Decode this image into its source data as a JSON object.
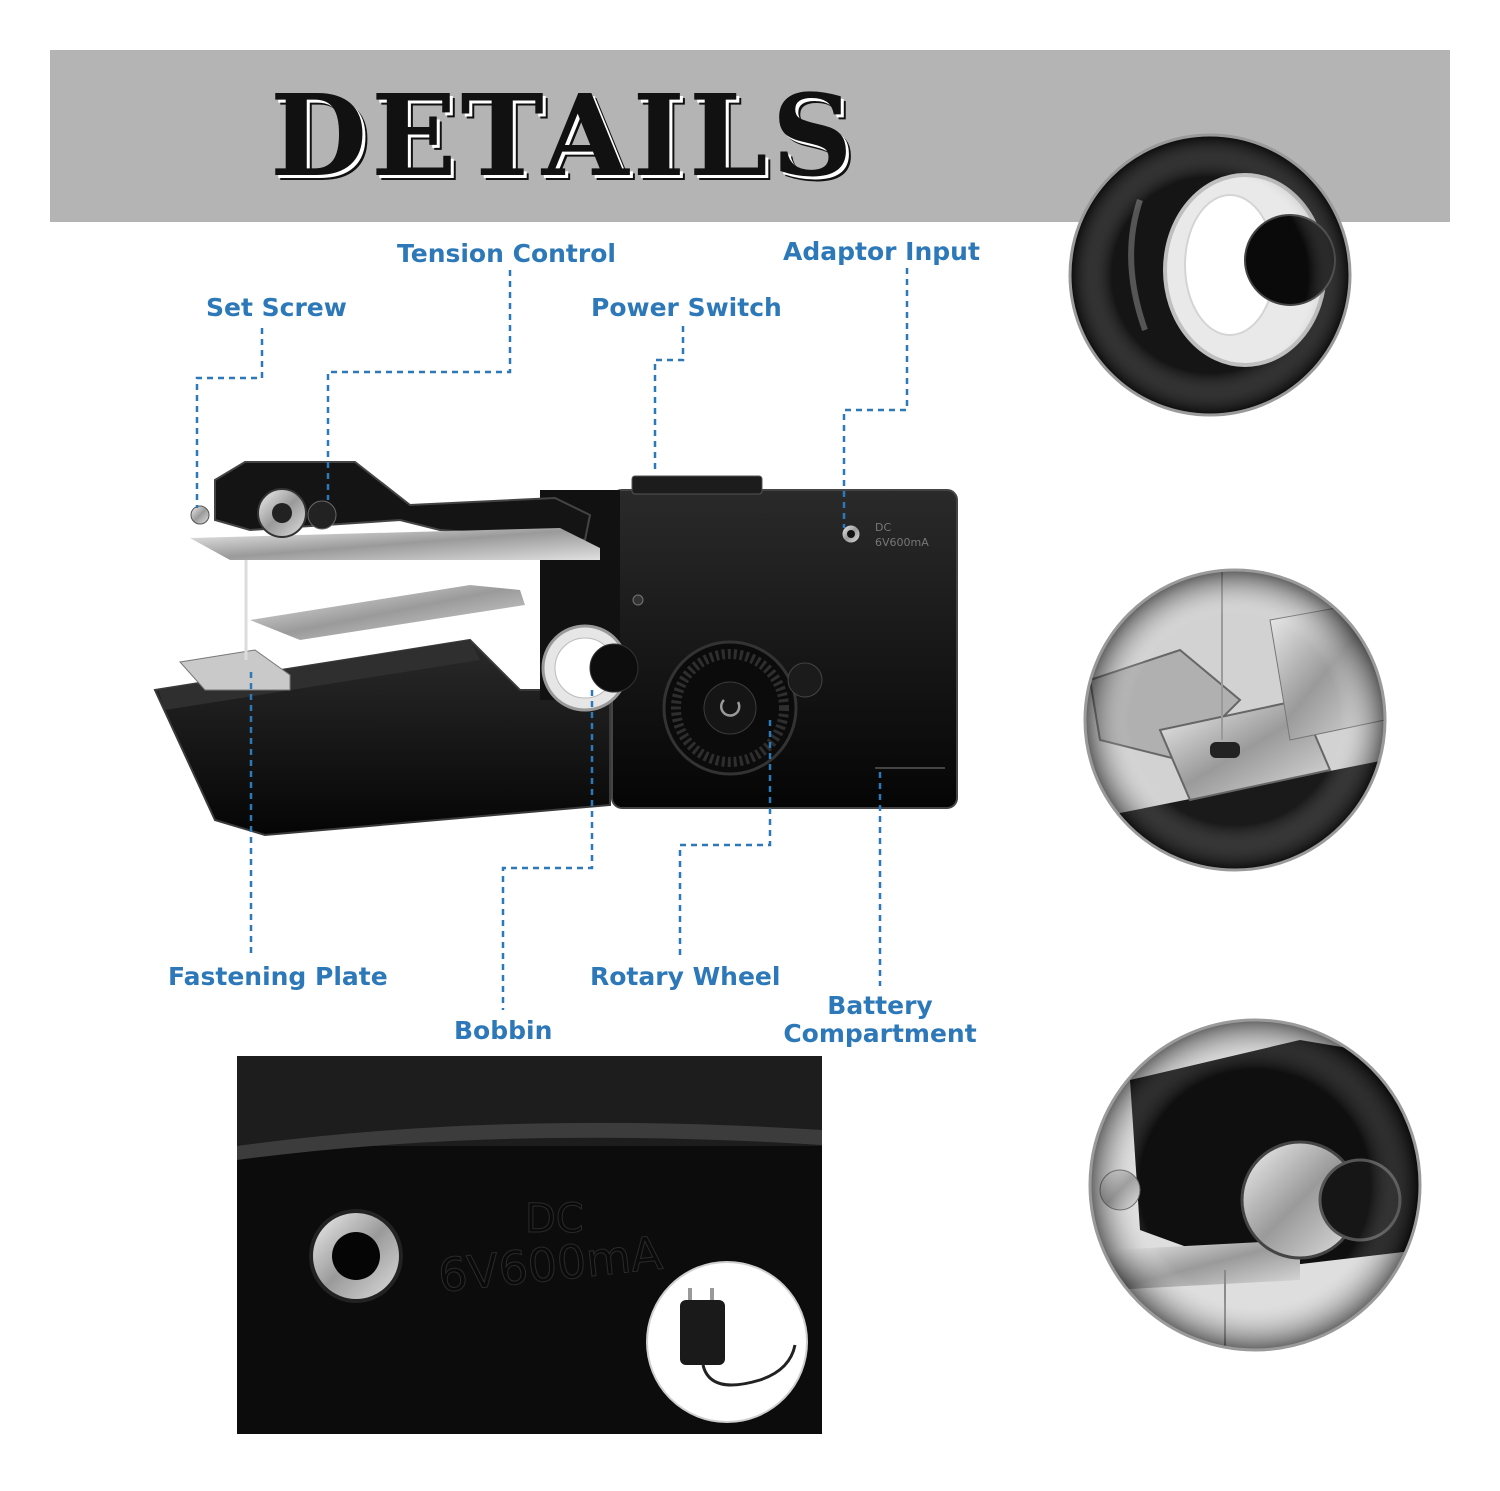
{
  "header": {
    "title": "DETAILS"
  },
  "labels": {
    "tension_control": "Tension Control",
    "adaptor_input": "Adaptor Input",
    "set_screw": "Set Screw",
    "power_switch": "Power Switch",
    "fastening_plate": "Fastening Plate",
    "rotary_wheel": "Rotary Wheel",
    "bobbin": "Bobbin",
    "battery_compartment_line1": "Battery",
    "battery_compartment_line2": "Compartment"
  },
  "product": {
    "dc_label": "DC",
    "rating_label": "6V600mA"
  },
  "colors": {
    "banner": "#b4b4b4",
    "label_blue": "#2d78b8",
    "machine_black": "#101010"
  }
}
